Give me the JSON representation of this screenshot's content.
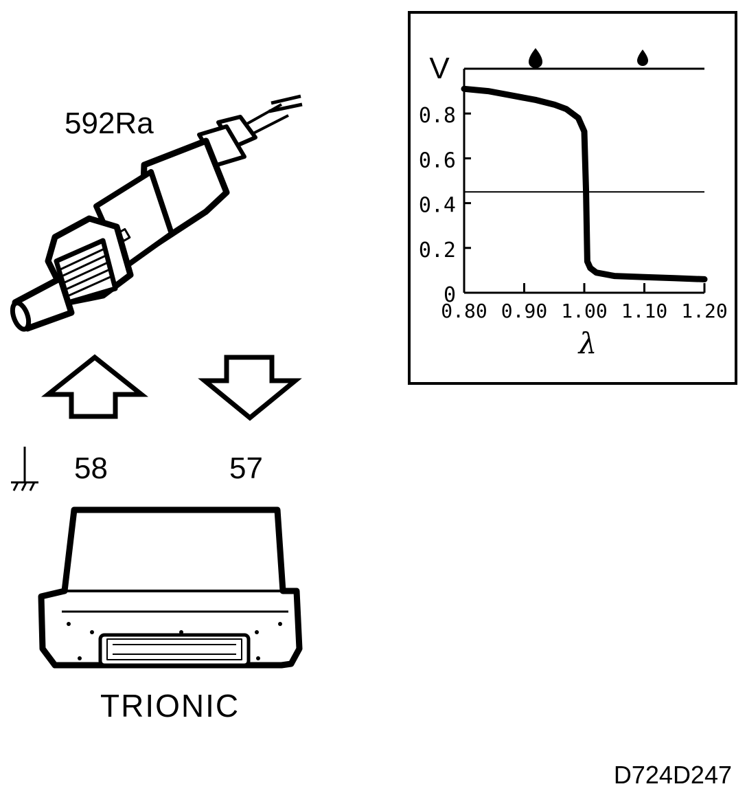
{
  "sensor": {
    "label": "592Ra"
  },
  "pins": {
    "ground_pin": "58",
    "signal_pin": "57"
  },
  "ecu": {
    "label": "TRIONIC"
  },
  "diagram_code": "D724D247",
  "chart_data": {
    "type": "line",
    "title": "",
    "xlabel": "λ",
    "ylabel": "V",
    "xlim": [
      0.8,
      1.2
    ],
    "ylim": [
      0,
      1.0
    ],
    "x_ticks": [
      0.8,
      0.9,
      1.0,
      1.1,
      1.2
    ],
    "x_tick_labels": [
      "0.80",
      "0.90",
      "1.00",
      "1.10",
      "1.20"
    ],
    "y_ticks": [
      0,
      0.2,
      0.4,
      0.6,
      0.8
    ],
    "y_tick_labels": [
      "0",
      "0.2",
      "0.4",
      "0.6",
      "0.8"
    ],
    "reference_line_y": 0.45,
    "top_band_y": 1.0,
    "series": [
      {
        "x": [
          0.8,
          0.84,
          0.88,
          0.92,
          0.95,
          0.97,
          0.99,
          1.0,
          1.003,
          1.005,
          1.01,
          1.02,
          1.05,
          1.1,
          1.15,
          1.2
        ],
        "y": [
          0.91,
          0.9,
          0.88,
          0.86,
          0.84,
          0.82,
          0.78,
          0.72,
          0.45,
          0.14,
          0.11,
          0.09,
          0.075,
          0.07,
          0.065,
          0.06
        ]
      }
    ],
    "band_icons": [
      "rich-fuel-drop-icon",
      "lean-fuel-drop-icon"
    ]
  }
}
